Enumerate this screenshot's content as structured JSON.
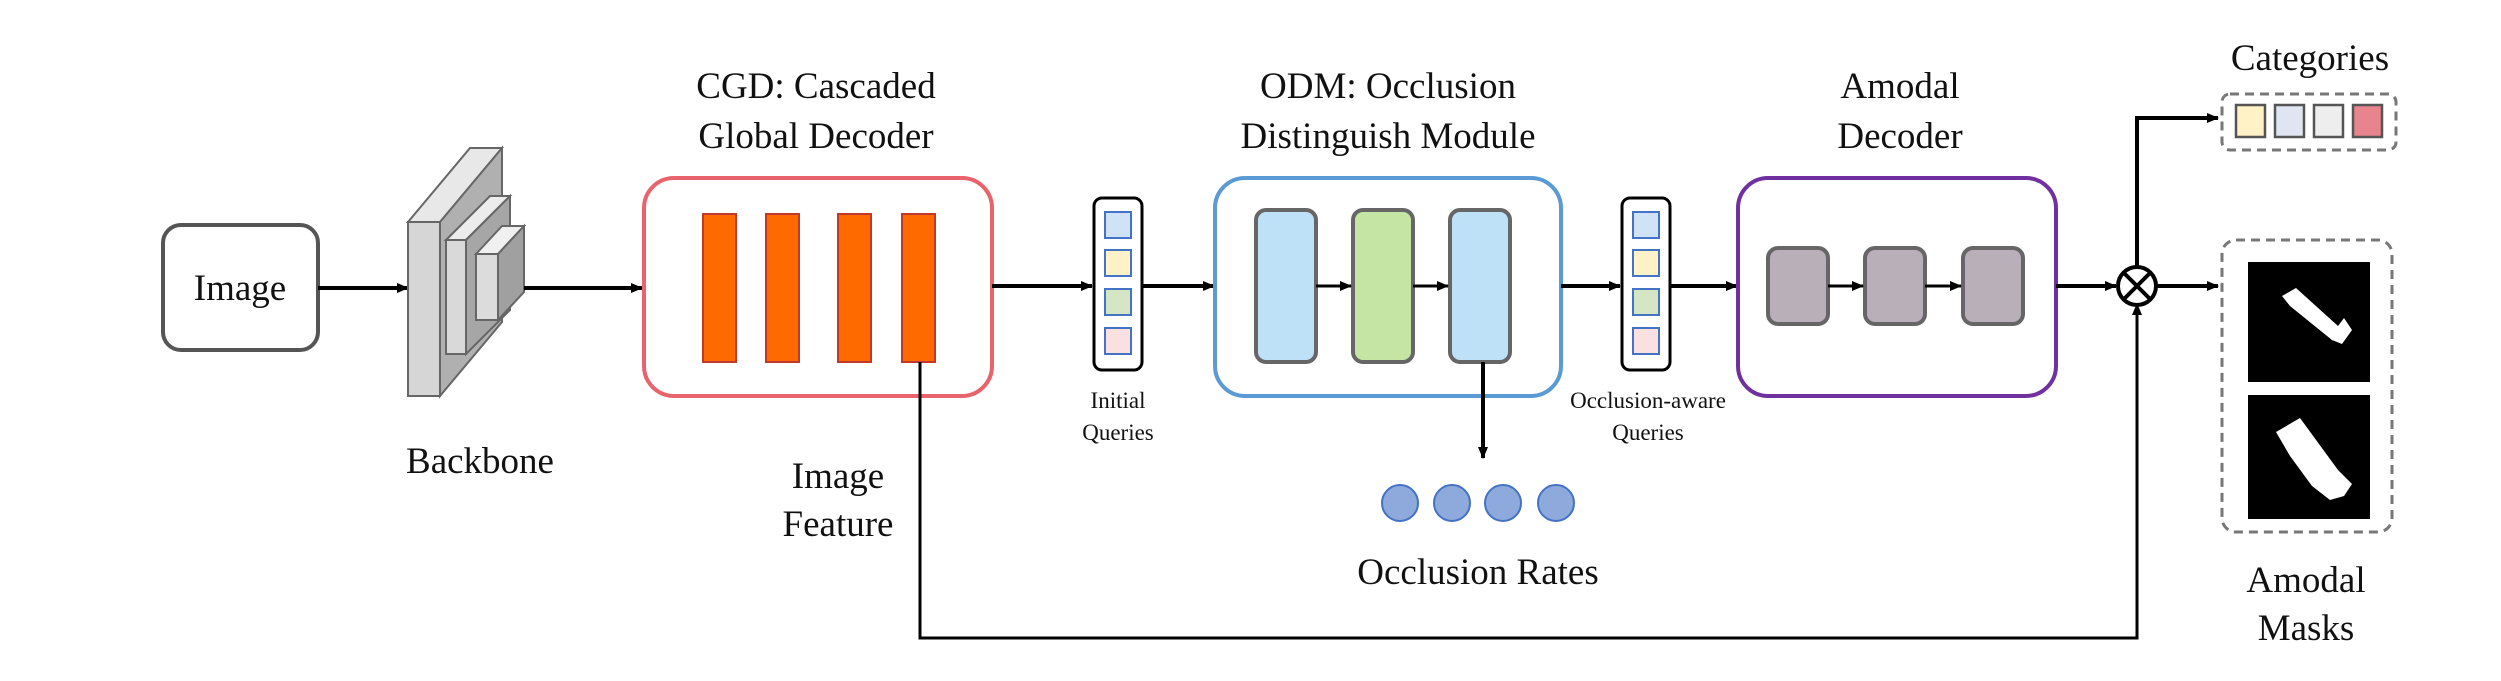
{
  "input": {
    "label": "Image"
  },
  "backbone": {
    "label": "Backbone"
  },
  "cgd": {
    "title_line1": "CGD: Cascaded",
    "title_line2": "Global Decoder"
  },
  "image_feature": {
    "line1": "Image",
    "line2": "Feature"
  },
  "initial_queries": {
    "line1": "Initial",
    "line2": "Queries"
  },
  "odm": {
    "title_line1": "ODM: Occlusion",
    "title_line2": "Distinguish Module"
  },
  "occlusion_rates": {
    "label": "Occlusion Rates"
  },
  "occlusion_aware_queries": {
    "line1": "Occlusion-aware",
    "line2": "Queries"
  },
  "amodal_decoder": {
    "title_line1": "Amodal",
    "title_line2": "Decoder"
  },
  "categories": {
    "label": "Categories"
  },
  "amodal_masks": {
    "line1": "Amodal",
    "line2": "Masks"
  },
  "colors": {
    "cgd_border": "#e8636b",
    "cgd_block": "#ff6a00",
    "odm_border": "#5b9bd5",
    "odm_blue": "#bfe1f7",
    "odm_green": "#c5e5a5",
    "amodal_border": "#7030a0",
    "amodal_block": "#b8afb8",
    "rate_circle": "#8eaadc",
    "query_blue": "#cfe2f6",
    "query_yellow": "#fff2c7",
    "query_green": "#d4e6c4",
    "query_pink": "#fbe0e2",
    "cat_red": "#e8848e"
  }
}
